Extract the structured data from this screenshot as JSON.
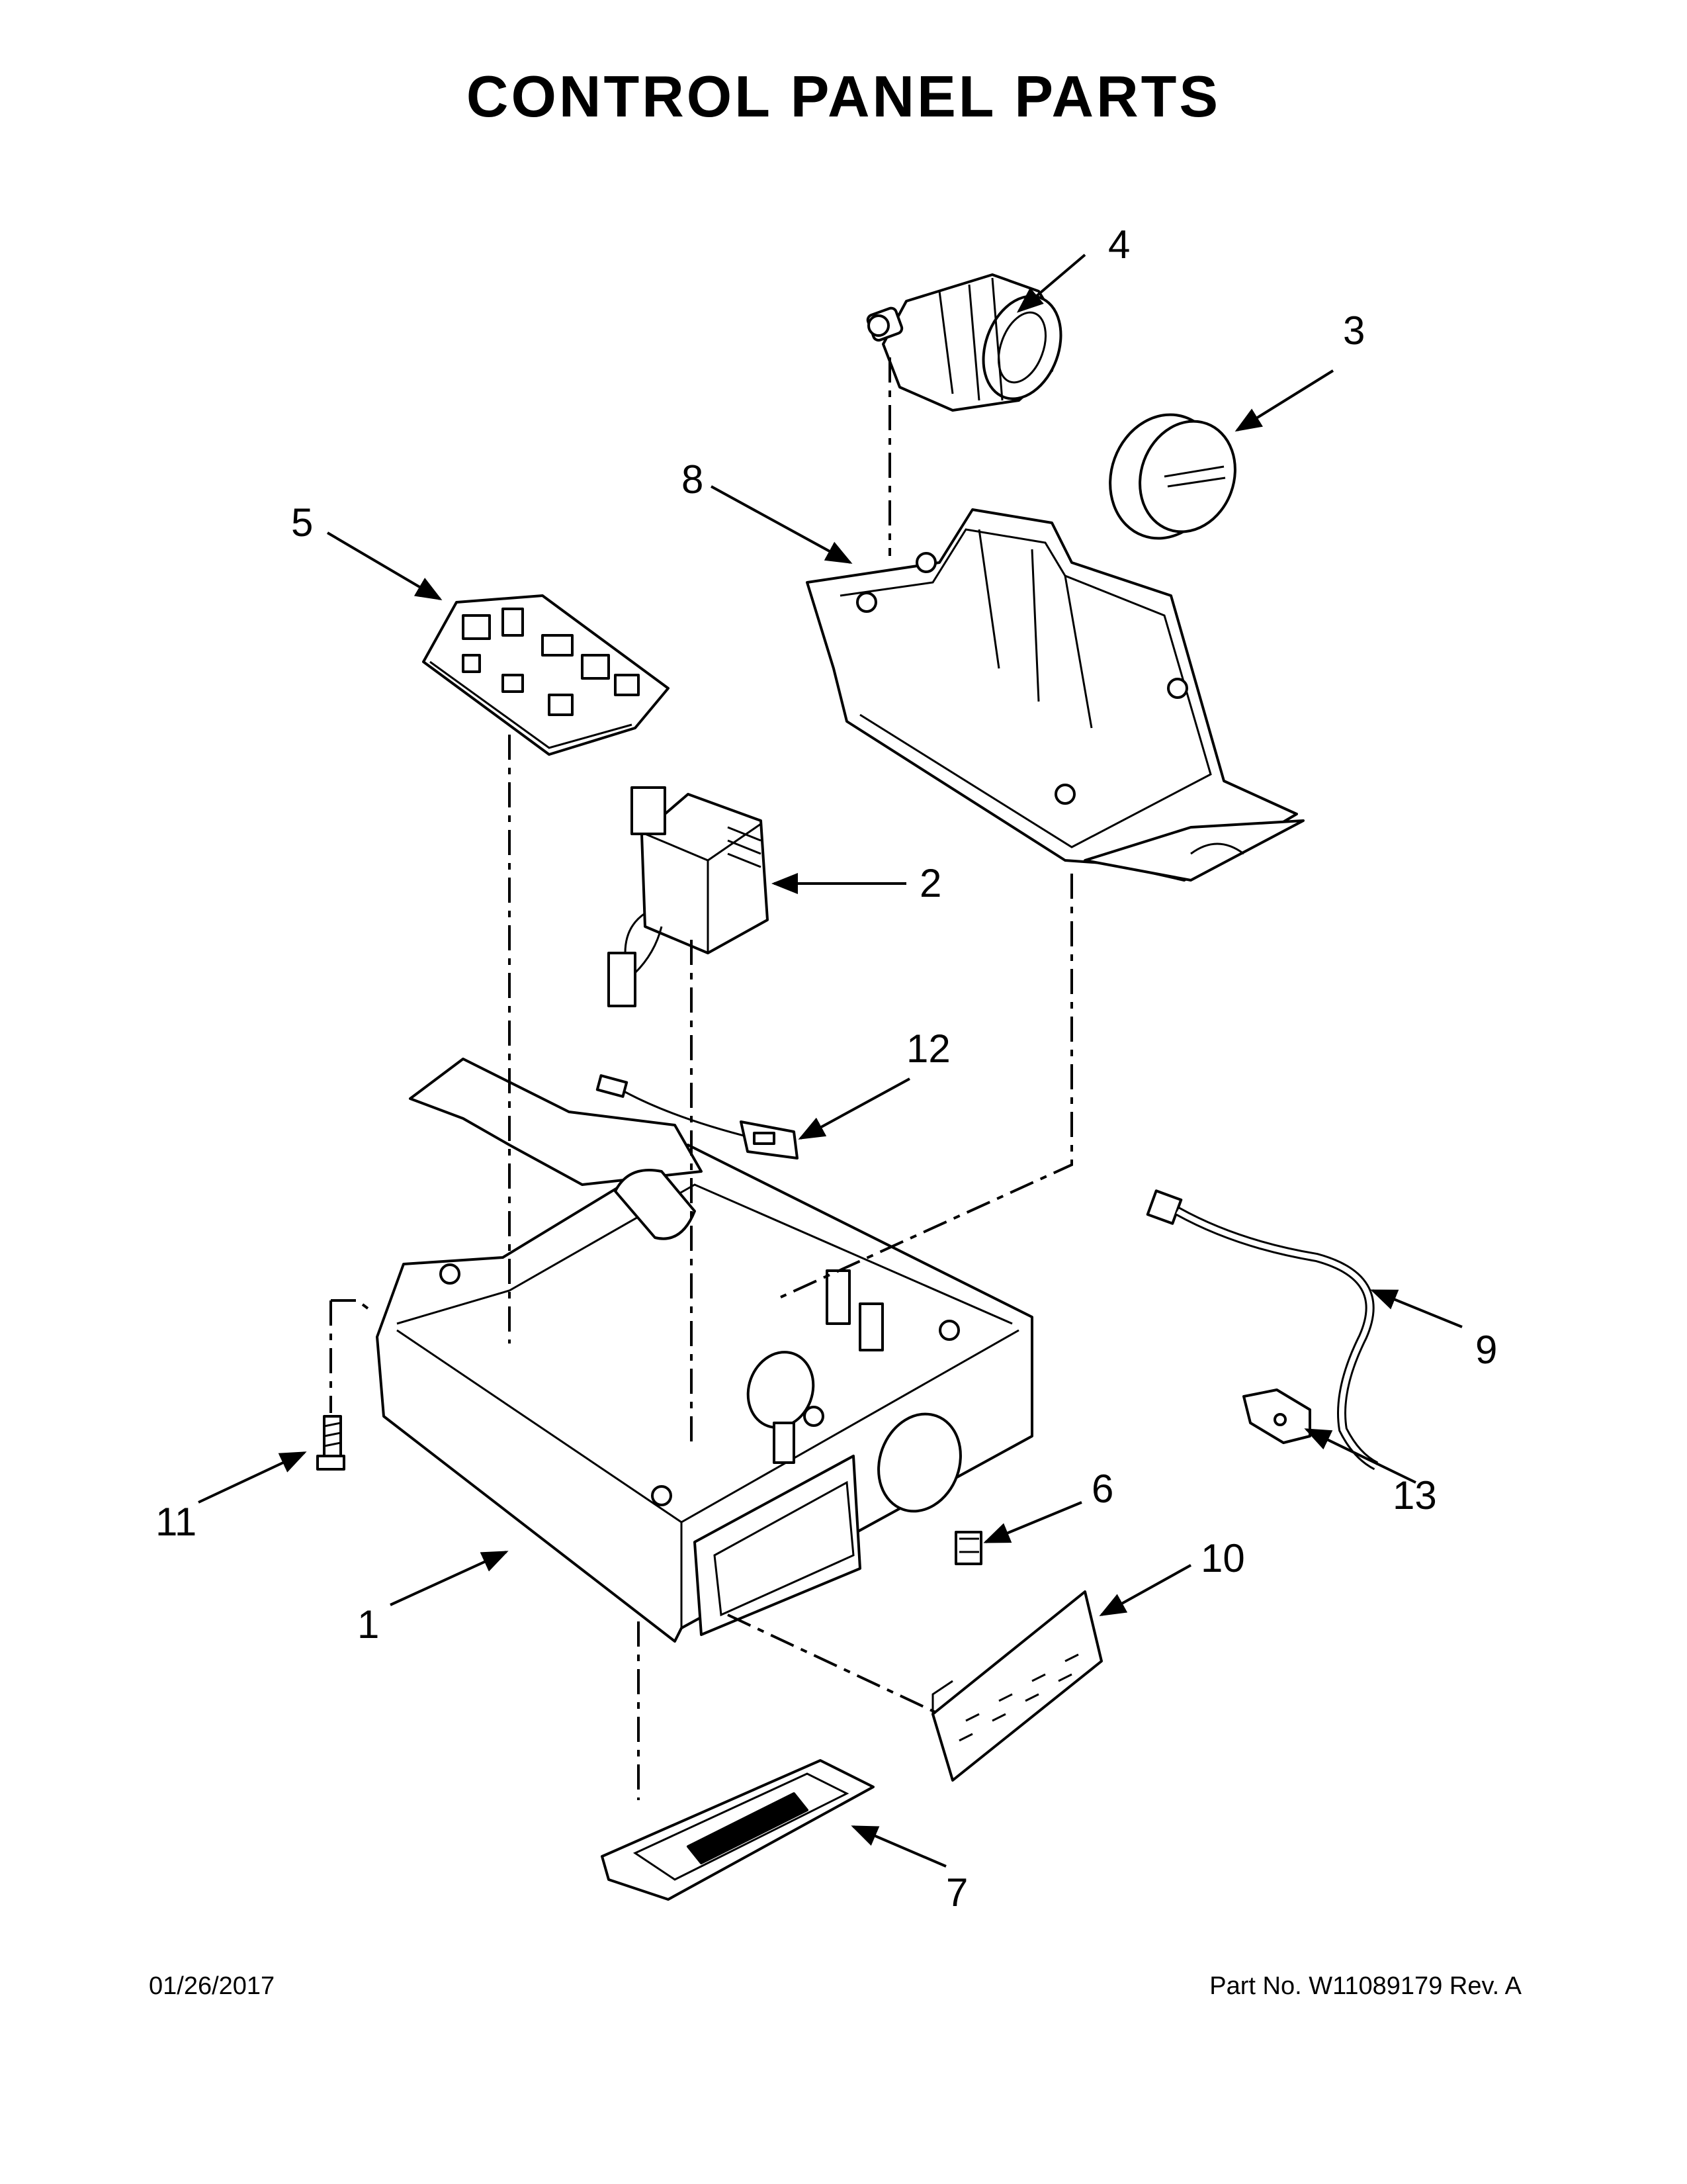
{
  "title": "CONTROL PANEL PARTS",
  "footer": {
    "date": "01/26/2017",
    "part_number": "Part No.  W11089179  Rev.  A"
  },
  "callouts": [
    {
      "id": "1",
      "label": "1"
    },
    {
      "id": "2",
      "label": "2"
    },
    {
      "id": "3",
      "label": "3"
    },
    {
      "id": "4",
      "label": "4"
    },
    {
      "id": "5",
      "label": "5"
    },
    {
      "id": "6",
      "label": "6"
    },
    {
      "id": "7",
      "label": "7"
    },
    {
      "id": "8",
      "label": "8"
    },
    {
      "id": "9",
      "label": "9"
    },
    {
      "id": "10",
      "label": "10"
    },
    {
      "id": "11",
      "label": "11"
    },
    {
      "id": "12",
      "label": "12"
    },
    {
      "id": "13",
      "label": "13"
    }
  ]
}
